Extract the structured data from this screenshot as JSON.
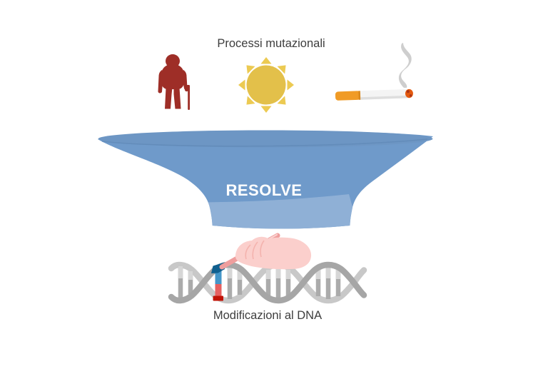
{
  "diagram": {
    "background_color": "#ffffff",
    "top_label": "Processi mutazionali",
    "funnel_label": "RESOLVE",
    "bottom_label": "Modificazioni al DNA"
  },
  "icons": {
    "person": "elderly-person-icon",
    "sun": "sun-icon",
    "cigarette": "smoking-cigarette-icon",
    "hand": "hand-with-pen-icon",
    "dna": "dna-helix-icon",
    "funnel": "funnel-icon"
  },
  "colors": {
    "label_text": "#3d3d3d",
    "funnel_body": "#6f9aca",
    "funnel_top": "#6d96c4",
    "funnel_rim": "#5d87b5",
    "funnel_lower": "#8fb0d6",
    "funnel_label_text": "#ffffff",
    "person": "#9e2e27",
    "sun_disc": "#e3c04a",
    "sun_rays": "#ecca52",
    "cig_filter": "#f09b26",
    "cig_filter_edge": "#d9881c",
    "cig_body": "#f4f4f4",
    "cig_body_shade": "#dedede",
    "cig_ember": "#e3590f",
    "cig_ember_dark": "#a83418",
    "smoke": "#c9c9c9",
    "hand_skin": "#fbcfcc",
    "hand_shade": "#f2aba6",
    "pen": "#ef9e9d",
    "pen_light": "#fad2d0",
    "dna_strand_front": "#a6a6a6",
    "dna_strand_back": "#c8c8c8",
    "dna_rung": "#ababab",
    "dna_rung_light": "#d6d6d6",
    "edit_top_cap": "#10608f",
    "edit_upper": "#4496c8",
    "edit_lower": "#e66060",
    "edit_bottom_cap": "#c11205"
  }
}
